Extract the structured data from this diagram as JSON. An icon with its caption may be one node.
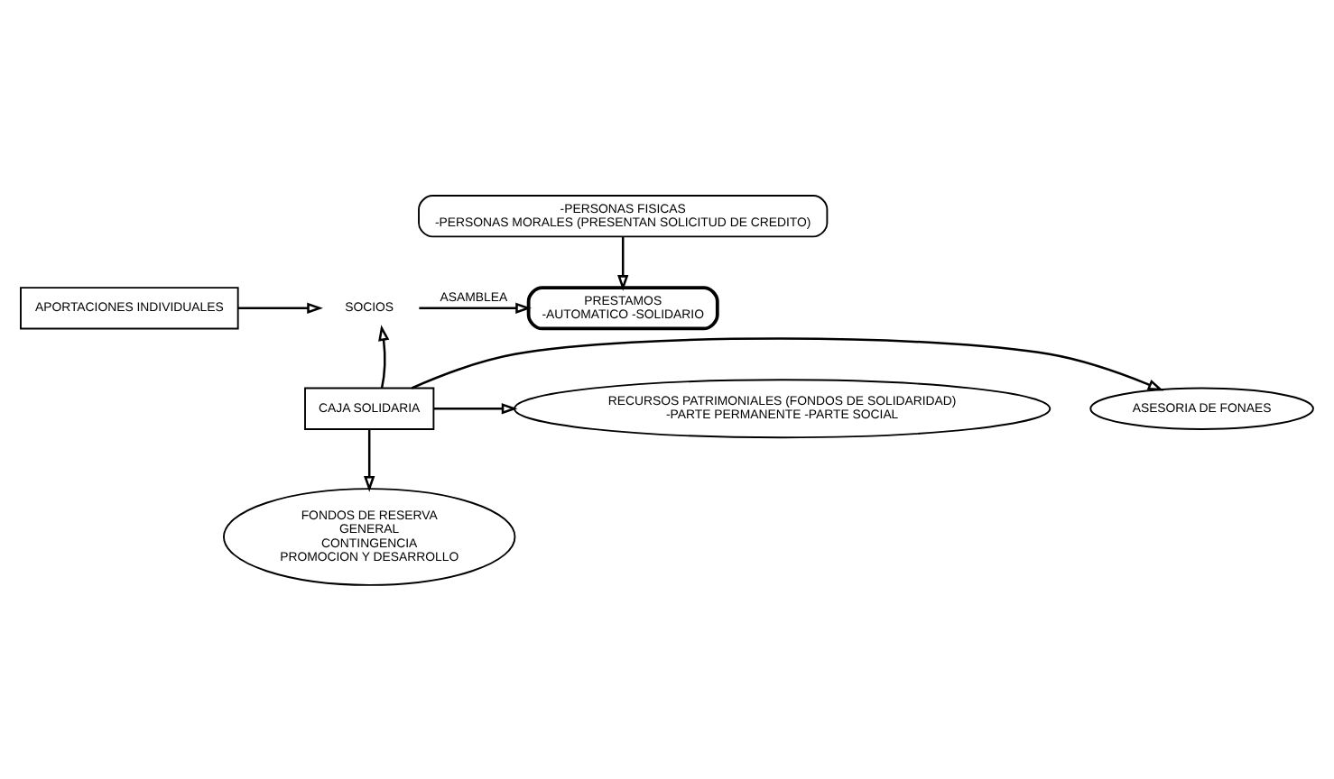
{
  "diagram": {
    "nodes": [
      {
        "text": [
          "-PERSONAS FISICAS",
          "-PERSONAS MORALES (PRESENTAN SOLICITUD DE CREDITO)"
        ]
      },
      {
        "text": [
          "APORTACIONES INDIVIDUALES"
        ]
      },
      {
        "text": [
          "SOCIOS"
        ]
      },
      {
        "text": [
          "PRESTAMOS",
          "-AUTOMATICO -SOLIDARIO"
        ]
      },
      {
        "text": [
          "ASESORIA DE FONAES"
        ]
      },
      {
        "text": [
          "CAJA SOLIDARIA"
        ]
      },
      {
        "text": [
          "RECURSOS PATRIMONIALES (FONDOS DE SOLIDARIDAD)",
          "-PARTE PERMANENTE -PARTE SOCIAL"
        ]
      },
      {
        "text": [
          "FONDOS DE RESERVA",
          "GENERAL",
          "CONTINGENCIA",
          "PROMOCION Y DESARROLLO"
        ]
      }
    ],
    "edges": [
      {
        "from": 0,
        "to": 3,
        "arrow": "to"
      },
      {
        "from": 1,
        "to": 2,
        "arrow": "to"
      },
      {
        "from": 2,
        "to": 3,
        "arrow": "to",
        "label": "ASAMBLEA"
      },
      {
        "from": 5,
        "to": 2,
        "arrow": "to"
      },
      {
        "from": 5,
        "to": 4,
        "arrow": "to"
      },
      {
        "from": 5,
        "to": 6,
        "arrow": "to"
      },
      {
        "from": 5,
        "to": 7,
        "arrow": "to"
      }
    ]
  }
}
